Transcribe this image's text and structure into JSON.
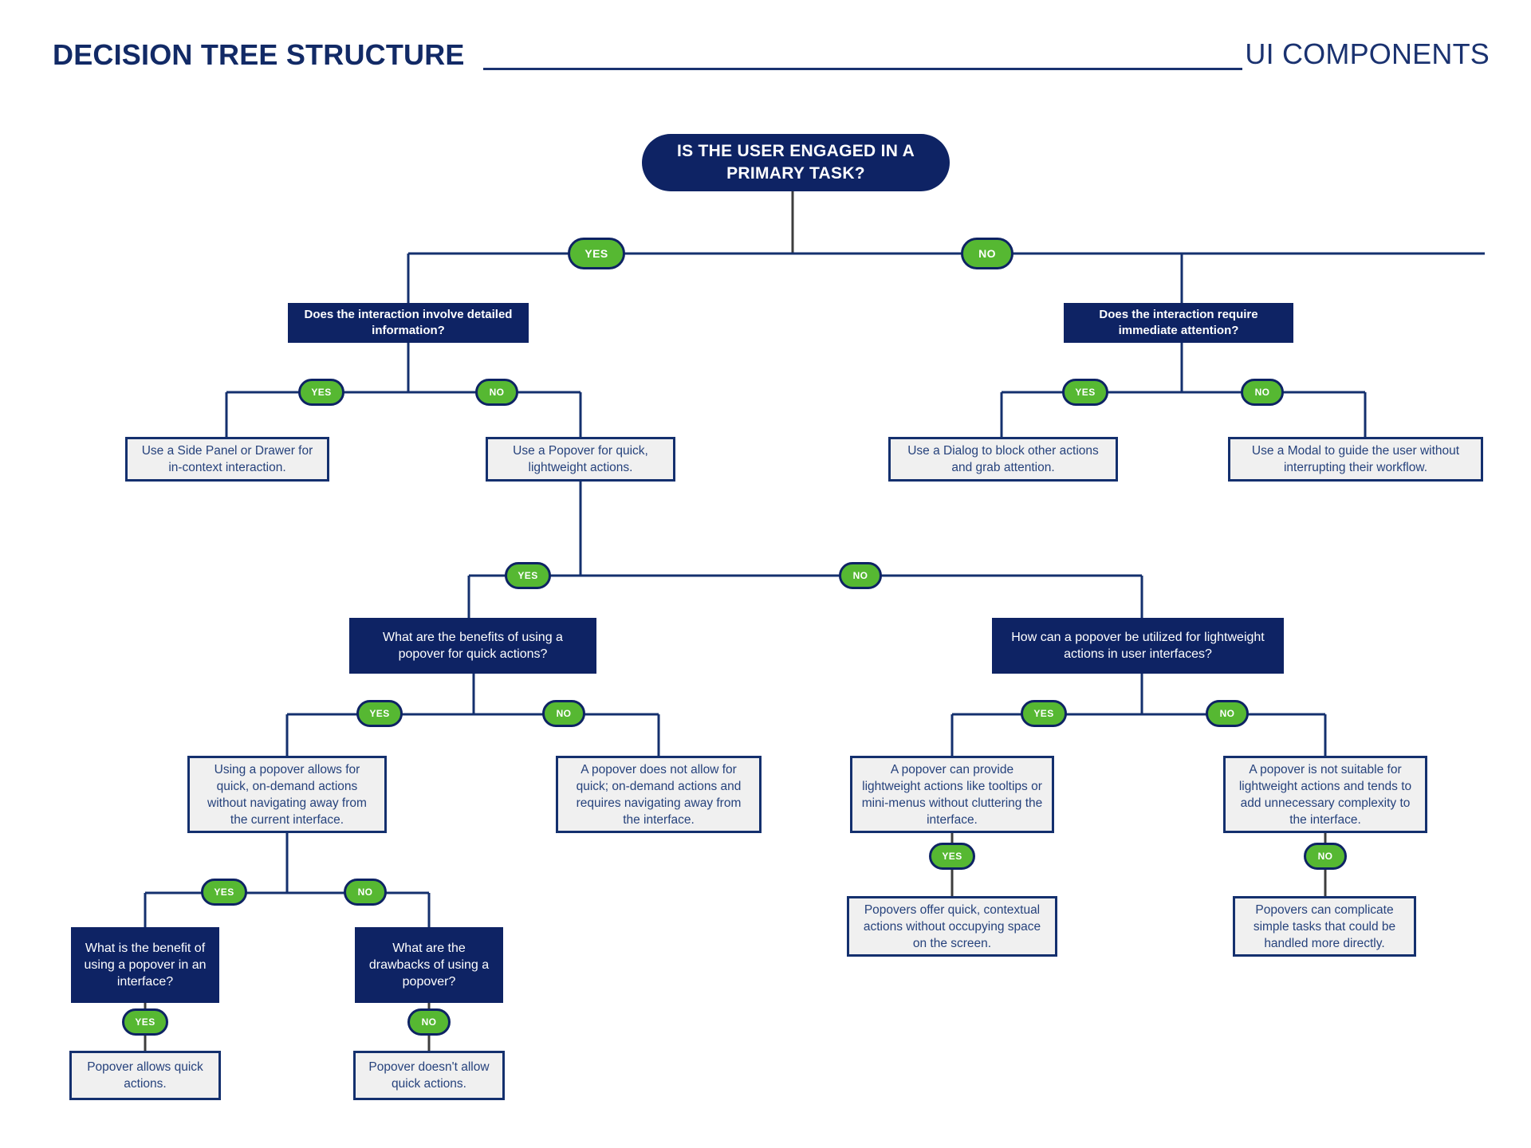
{
  "header": {
    "title": "DECISION TREE STRUCTURE",
    "right_label": "UI COMPONENTS",
    "accent_navy": "#0e2364",
    "accent_green": "#56b832",
    "box_fill": "#f0f0f0"
  },
  "labels": {
    "yes": "YES",
    "no": "NO"
  },
  "nodes": {
    "root": {
      "text": "IS THE USER ENGAGED IN A PRIMARY TASK?"
    },
    "q_detail": {
      "text": "Does the interaction involve detailed information?"
    },
    "q_immediate": {
      "text": "Does the interaction require immediate attention?"
    },
    "a_sidepanel": {
      "text": "Use a Side Panel or Drawer  for in-context interaction."
    },
    "a_popover": {
      "text": "Use a Popover for quick, lightweight actions."
    },
    "a_dialog": {
      "text": "Use a Dialog to block other actions and grab attention."
    },
    "a_modal": {
      "text": "Use a Modal to guide the user  without interrupting their workflow."
    },
    "q_benefits": {
      "text": "What are the benefits of using a popover for quick actions?"
    },
    "q_howused": {
      "text": "How can a popover be utilized for lightweight actions in user interfaces?"
    },
    "a_benefit_yes": {
      "text": "Using a popover allows for quick, on-demand actions without navigating away from the current interface."
    },
    "a_benefit_no": {
      "text": "A popover does not allow for quick; on-demand actions and requires navigating away from the interface."
    },
    "a_howused_yes": {
      "text": "A popover can provide lightweight actions like tooltips or mini-menus without cluttering the interface."
    },
    "a_howused_no": {
      "text": "A popover is not suitable for lightweight actions and tends to add unnecessary complexity to the interface."
    },
    "a_contextual": {
      "text": "Popovers offer quick, contextual actions without occupying space on the screen."
    },
    "a_complicate": {
      "text": "Popovers can complicate simple tasks that could be handled more directly."
    },
    "q_benefit_if": {
      "text": "What is the benefit of using a popover in an interface?"
    },
    "q_drawbacks": {
      "text": "What are the drawbacks of using a popover?"
    },
    "a_allows": {
      "text": "Popover allows quick actions."
    },
    "a_notallows": {
      "text": "Popover doesn't allow quick actions."
    }
  }
}
